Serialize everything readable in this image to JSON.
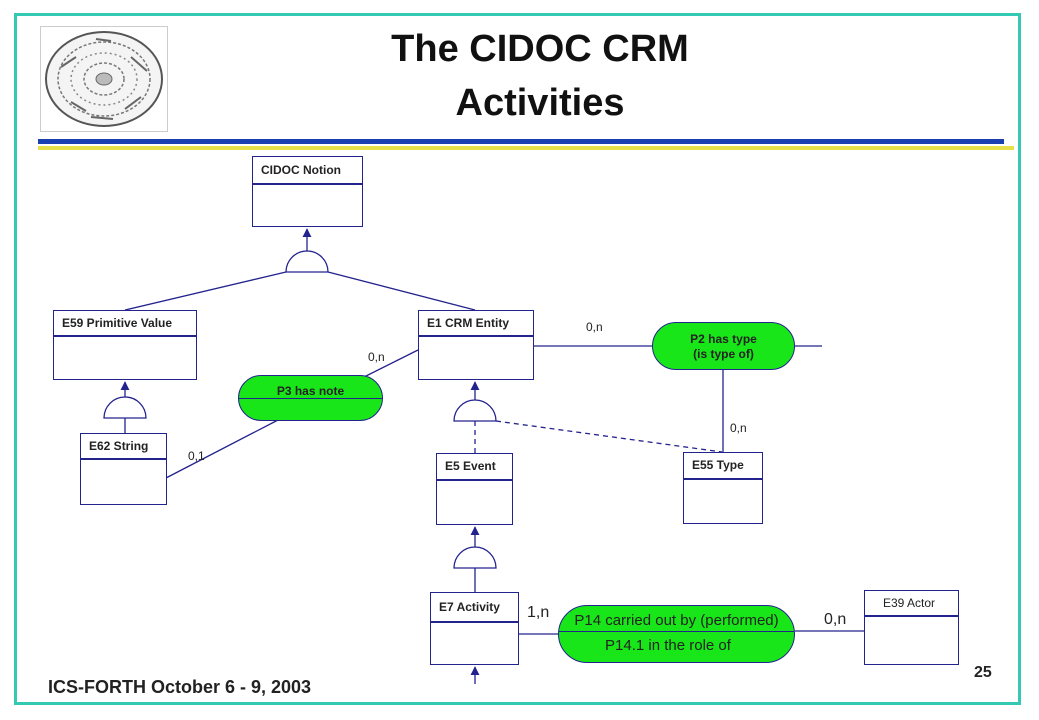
{
  "slide": {
    "title_line1": "The CIDOC CRM",
    "title_line2": "Activities",
    "footer": "ICS-FORTH October 6 - 9, 2003",
    "page_number": "25"
  },
  "colors": {
    "frame": "#33c9b4",
    "bar_blue": "#1a3fb0",
    "bar_yellow": "#e6e04a",
    "line": "#23238e",
    "property_fill": "#19e619"
  },
  "diagram": {
    "classes": {
      "cidoc_notion": "CIDOC Notion",
      "e59": "E59 Primitive Value",
      "e1": "E1 CRM Entity",
      "e62": "E62 String",
      "e5": "E5 Event",
      "e55": "E55 Type",
      "e7": "E7 Activity",
      "e39": "E39 Actor"
    },
    "properties": {
      "p2_line1": "P2 has type",
      "p2_line2": "(is type of)",
      "p3": "P3 has note",
      "p14_line1": "P14 carried out by (performed)",
      "p14_line2": "P14.1 in the role of"
    },
    "cardinalities": {
      "e1_p2": "0,n",
      "p3_e1": "0,n",
      "p2_e55": "0,n",
      "e62_p3": "0,1",
      "e7_p14": "1,n",
      "p14_e39": "0,n"
    }
  }
}
